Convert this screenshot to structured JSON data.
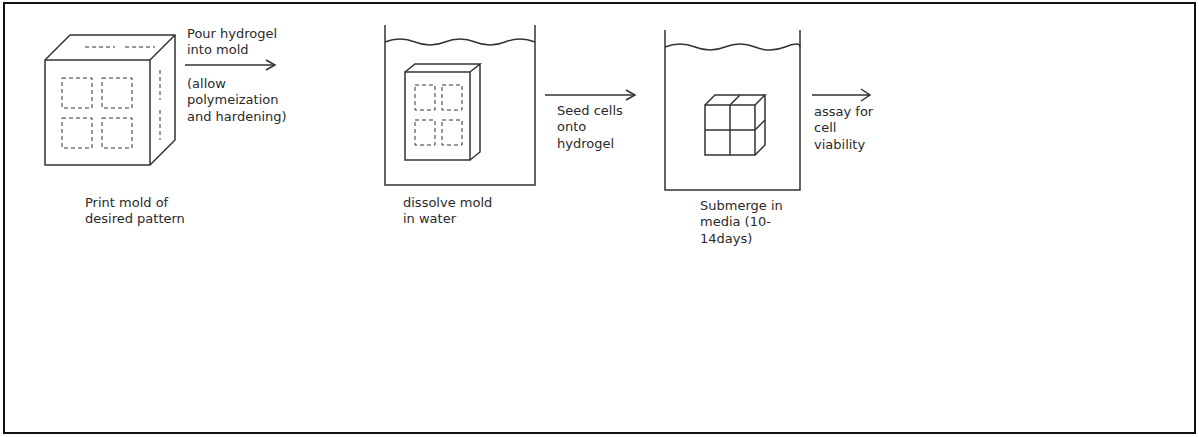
{
  "diagram": {
    "nodes": [
      {
        "text": [
          "Print mold of desired pattern"
        ]
      },
      {
        "text": [
          "dissolve mold in water"
        ]
      },
      {
        "text": [
          "Submerge in media (10-14days)"
        ]
      }
    ],
    "edges": [
      {
        "from": 0,
        "to": 1,
        "arrow": "to",
        "label": "Pour hydrogel into mold"
      },
      {
        "from": 1,
        "to": 2,
        "arrow": "to",
        "label": "Seed cells onto hydrogel"
      }
    ],
    "labels": [
      "(allow polymeization and hardening)",
      "assay for cell viability"
    ]
  }
}
